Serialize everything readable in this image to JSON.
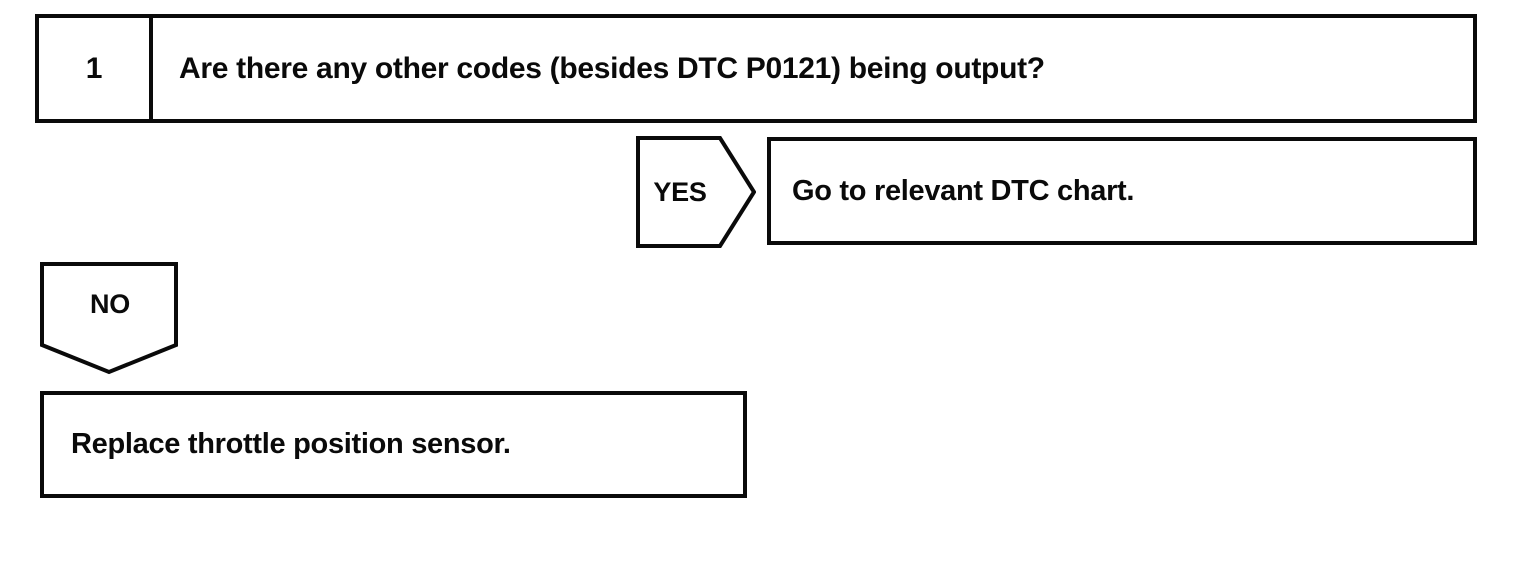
{
  "page": {
    "background_color": "#ffffff",
    "ink_color": "#0a0a0a",
    "kind": "diagnostic-flowchart"
  },
  "flowchart": {
    "step": {
      "number": "1",
      "question": "Are there any other codes (besides DTC P0121) being output?"
    },
    "yes_branch": {
      "label": "YES",
      "action": "Go to relevant DTC chart."
    },
    "no_branch": {
      "label": "NO",
      "action": "Replace throttle position sensor."
    }
  }
}
